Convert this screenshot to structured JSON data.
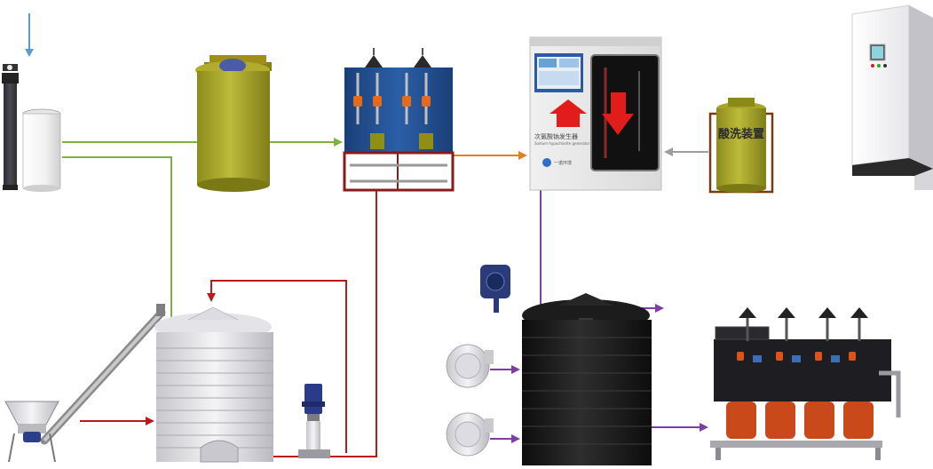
{
  "labels": {
    "acid_wash_device": "酸洗装置",
    "generator_panel_title": "次氯酸钠发生器",
    "generator_panel_subtitle": "Sodium hypochlorite generator",
    "brand_text": "一诺环境"
  },
  "colors": {
    "water_line": "#7cb342",
    "brine_line": "#b71c1c",
    "product_line": "#e67e22",
    "acid_line": "#9e9e9e",
    "dosing_line": "#7b3fa0",
    "inlet_arrow": "#5b9bd5",
    "olive_tank": "#a7a62c",
    "pump_orange": "#d35400",
    "pump_blue": "#1f4e8c"
  },
  "icons": {
    "softener": "water-softener-icon",
    "storage": "storage-tank-icon",
    "electrolyzer": "electrolyzer-icon",
    "generator": "generator-cabinet-icon",
    "acid": "acid-wash-tank-icon",
    "control": "control-cabinet-icon",
    "salt_tank": "salt-dissolving-tank-icon",
    "feeder": "screw-feeder-icon",
    "pump": "vertical-pump-icon",
    "detector": "gas-detector-icon",
    "blower": "blower-icon",
    "product_tank": "product-tank-icon",
    "dosing": "dosing-pump-skid-icon"
  }
}
